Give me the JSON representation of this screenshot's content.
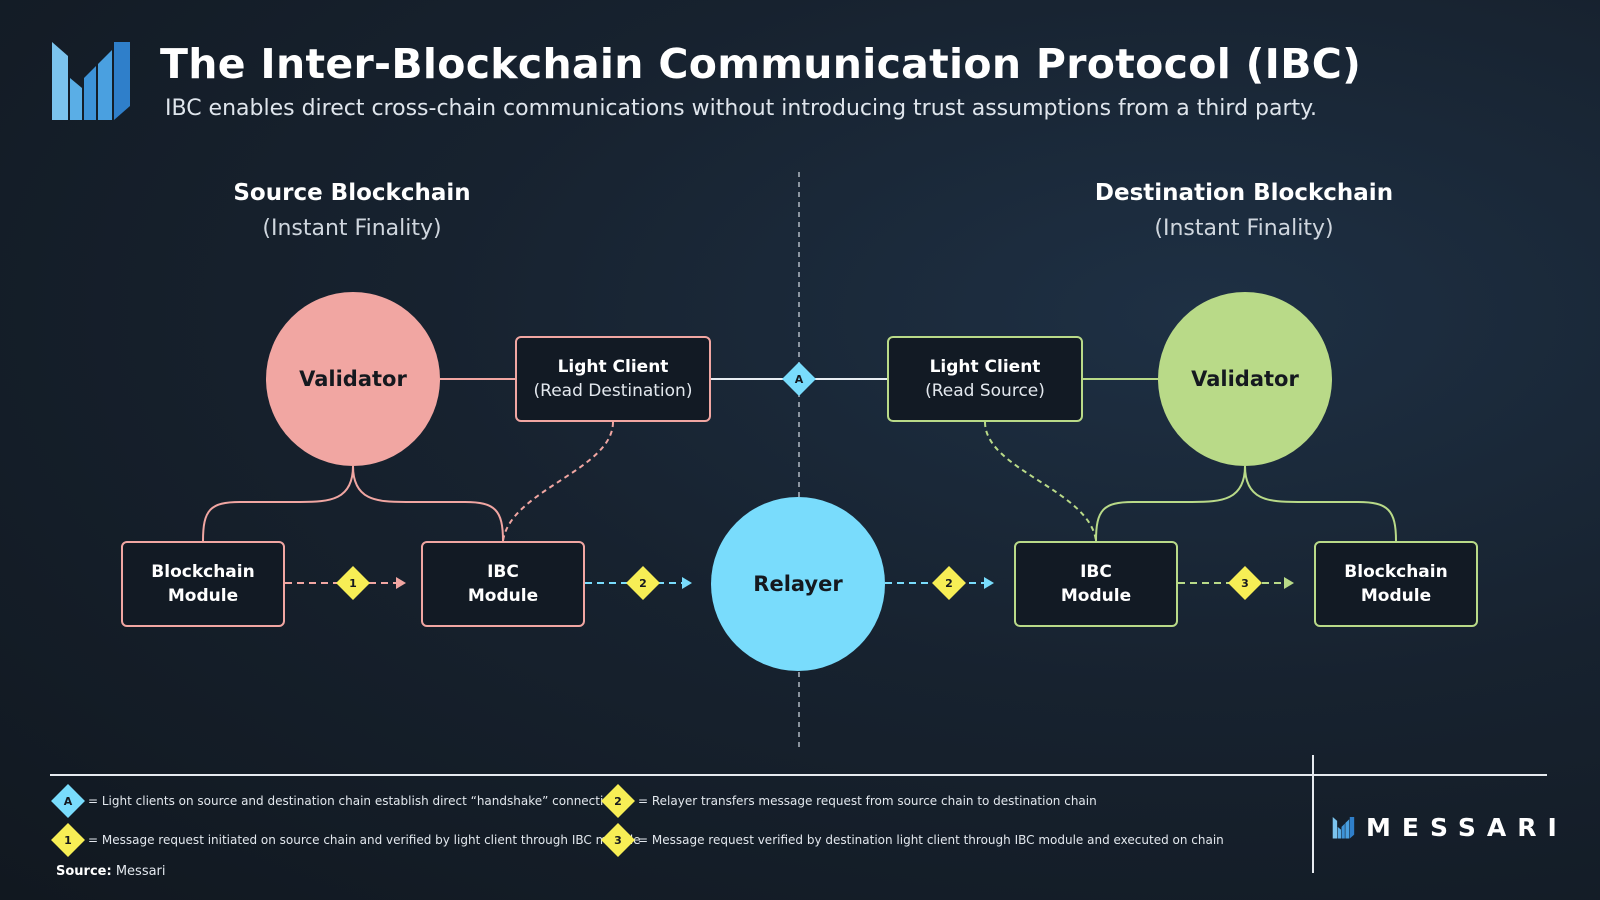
{
  "header": {
    "title": "The Inter-Blockchain Communication Protocol (IBC)",
    "subtitle": "IBC enables direct cross-chain communications without introducing trust assumptions from a third party."
  },
  "source_chain": {
    "name": "Source Blockchain",
    "finality": "(Instant Finality)",
    "validator": "Validator",
    "light_client": {
      "title": "Light Client",
      "sub": "(Read Destination)"
    },
    "blockchain_module": {
      "line1": "Blockchain",
      "line2": "Module"
    },
    "ibc_module": {
      "line1": "IBC",
      "line2": "Module"
    }
  },
  "destination_chain": {
    "name": "Destination Blockchain",
    "finality": "(Instant Finality)",
    "validator": "Validator",
    "light_client": {
      "title": "Light Client",
      "sub": "(Read Source)"
    },
    "blockchain_module": {
      "line1": "Blockchain",
      "line2": "Module"
    },
    "ibc_module": {
      "line1": "IBC",
      "line2": "Module"
    }
  },
  "relayer": "Relayer",
  "markers": {
    "a": "A",
    "one": "1",
    "two": "2",
    "three": "3"
  },
  "legend": {
    "a": "= Light clients on source and destination chain establish direct “handshake” connection",
    "one": "= Message request initiated on source chain and verified by light client through IBC module",
    "two": "= Relayer transfers message request from source chain to destination chain",
    "three": "= Message request verified by destination light client through IBC module and executed on chain"
  },
  "source_note": {
    "label": "Source:",
    "value": "Messari"
  },
  "brand": "MESSARI",
  "colors": {
    "source": "#f1a6a2",
    "destination": "#b9da88",
    "relayer": "#79dcfc",
    "step_marker": "#f7ee55",
    "background": "#17222f"
  },
  "icons": {
    "logo": "messari-logo-icon"
  }
}
